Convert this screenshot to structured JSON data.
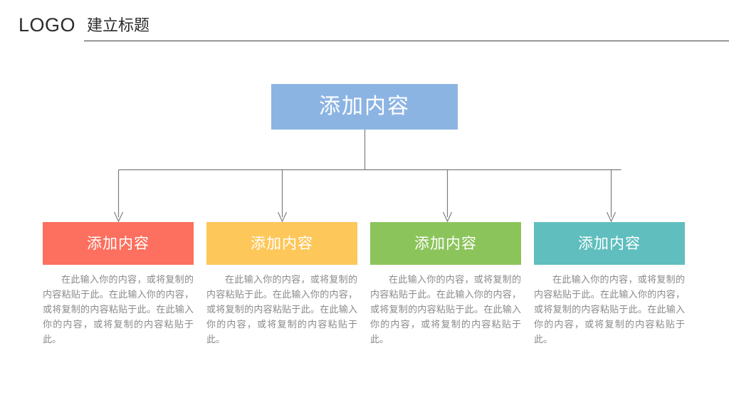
{
  "header": {
    "logo": "LOGO",
    "title": "建立标题",
    "rule_color": "#3c3c3c"
  },
  "diagram": {
    "connector_color": "#7d7d7d",
    "root": {
      "label": "添加内容",
      "color": "#8cb4e3",
      "text_color": "#ffffff"
    },
    "branches": [
      {
        "label": "添加内容",
        "color": "#fd6f5e",
        "text_color": "#ffffff",
        "body": "在此输入你的内容，或将复制的内容粘贴于此。在此输入你的内容，或将复制的内容粘贴于此。在此输入你的内容，或将复制的内容粘贴于此。"
      },
      {
        "label": "添加内容",
        "color": "#fdc75a",
        "text_color": "#ffffff",
        "body": "在此输入你的内容，或将复制的内容粘贴于此。在此输入你的内容，或将复制的内容粘贴于此。在此输入你的内容，或将复制的内容粘贴于此。"
      },
      {
        "label": "添加内容",
        "color": "#8cc45c",
        "text_color": "#ffffff",
        "body": "在此输入你的内容，或将复制的内容粘贴于此。在此输入你的内容，或将复制的内容粘贴于此。在此输入你的内容，或将复制的内容粘贴于此。"
      },
      {
        "label": "添加内容",
        "color": "#60bebe",
        "text_color": "#ffffff",
        "body": "在此输入你的内容，或将复制的内容粘贴于此。在此输入你的内容，或将复制的内容粘贴于此。在此输入你的内容，或将复制的内容粘贴于此。"
      }
    ]
  }
}
